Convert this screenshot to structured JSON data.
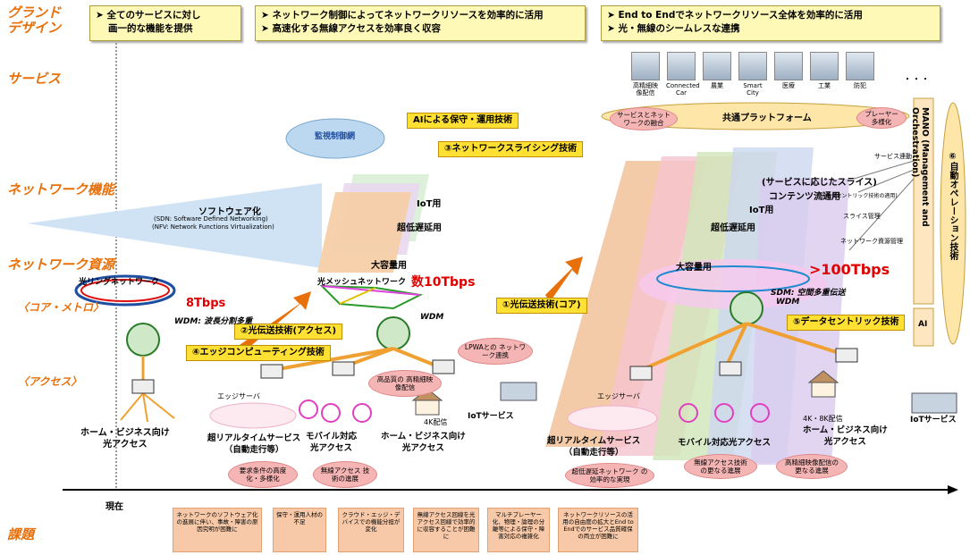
{
  "row_labels": {
    "grand_design": "グランド\nデザイン",
    "service": "サービス",
    "network_function": "ネットワーク機能",
    "network_resource": "ネットワーク資源",
    "core_metro": "〈コア・メトロ〉",
    "access": "〈アクセス〉",
    "issues": "課題"
  },
  "design_boxes": [
    [
      "全てのサービスに対し",
      "画一的な機能を提供"
    ],
    [
      "ネットワーク制御によってネットワークリソースを効率的に活用",
      "高速化する無線アクセスを効率良く収容"
    ],
    [
      "End to Endでネットワークリソース全体を効率的に活用",
      "光・無線のシームレスな連携"
    ]
  ],
  "services": [
    "高精細映像配信",
    "Connected Car",
    "農業",
    "Smart City",
    "医療",
    "工業",
    "防犯"
  ],
  "services_more": "・・・",
  "platform": {
    "label": "共通プラットフォーム",
    "left_note": "サービスとネットワークの融合",
    "right_note": "プレーヤー多様化"
  },
  "mano": {
    "label": "MANO (Management and Orchestration)",
    "ai": "AI",
    "links": [
      "サービス連動",
      "スライス管理",
      "ネットワーク資源管理"
    ]
  },
  "tech_items": {
    "ai_ops": "AIによる保守・運用技術",
    "slicing": "③ネットワークスライシング技術",
    "optical_access": "②光伝送技術(アクセス)",
    "edge": "④エッジコンピューティング技術",
    "optical_core": "①光伝送技術(コア)",
    "data_centric": "⑤データセントリック技術",
    "auto_ops": "⑥自動オペレーション技術"
  },
  "monitor": "監視制御網",
  "software": {
    "title": "ソフトウェア化",
    "line1": "(SDN: Software Defined Networking)",
    "line2": "(NFV: Network Functions Virtualization)"
  },
  "slices_mid": [
    "IoT用",
    "超低遅延用",
    "大容量用"
  ],
  "slices_right": [
    "IoT用",
    "超低遅延用",
    "大容量用"
  ],
  "service_slice": "(サービスに応じたスライス)",
  "content_use": "コンテンツ流通用",
  "content_note": "(データセントリック技術の適用)",
  "core_left": {
    "title": "光リングネットワーク",
    "speed": "8Tbps",
    "wdm": "WDM: 波長分割多重"
  },
  "core_mid": {
    "title": "光メッシュネットワーク",
    "speed": "数10Tbps",
    "wdm": "WDM"
  },
  "core_right": {
    "speed": ">100Tbps",
    "sdm": "SDM: 空間多重伝送",
    "wdm": "WDM"
  },
  "access_left": {
    "home": "ホーム・ビジネス向け\n光アクセス"
  },
  "access_mid": {
    "edge_server": "エッジサーバ",
    "realtime": "超リアルタイムサービス\n（自動走行等）",
    "mobile": "モバイル対応\n光アクセス",
    "home": "ホーム・ビジネス向け\n光アクセス",
    "iot": "IoTサービス",
    "hd": "高品質の\n高精細映像配信",
    "lpwa": "LPWAとの\nネットワーク連携",
    "k4": "4K配信",
    "note_req": "要求条件の高度\n化・多様化",
    "note_wireless": "無線アクセス\n技術の進展"
  },
  "access_right": {
    "edge_server": "エッジサーバ",
    "realtime": "超リアルタイムサービス\n（自動走行等）",
    "mobile": "モバイル対応光アクセス",
    "home": "ホーム・ビジネス向け\n光アクセス",
    "iot": "IoTサービス",
    "k48": "4K・8K配信",
    "note_latency": "超低遅延ネットワーク\nの効率的な実現",
    "note_wireless": "無線アクセス技術\nの更なる進展",
    "note_hd": "高精細映像配信の\n更なる進展"
  },
  "timeline_now": "現在",
  "issues": [
    "ネットワークのソフトウェア化の進展に伴い、事故・障害の原因究明が困難に",
    "保守・運用人材の不足",
    "クラウド・エッジ・デバイスでの機能分担が変化",
    "無線アクセス回線を光アクセス回線で効率的に収容することが困難に",
    "マルチプレーヤー化、物理・論理の分離等による保守・障害対応の複雑化",
    "ネットワークリソースの活用の自由度の拡大とEnd to Endでのサービス品質確保の両立が困難に"
  ],
  "colors": {
    "accent": "#e8700a",
    "tech": "#ffe033",
    "box": "#fff9b8",
    "pink": "#f6b5b5",
    "red": "#e00000"
  }
}
